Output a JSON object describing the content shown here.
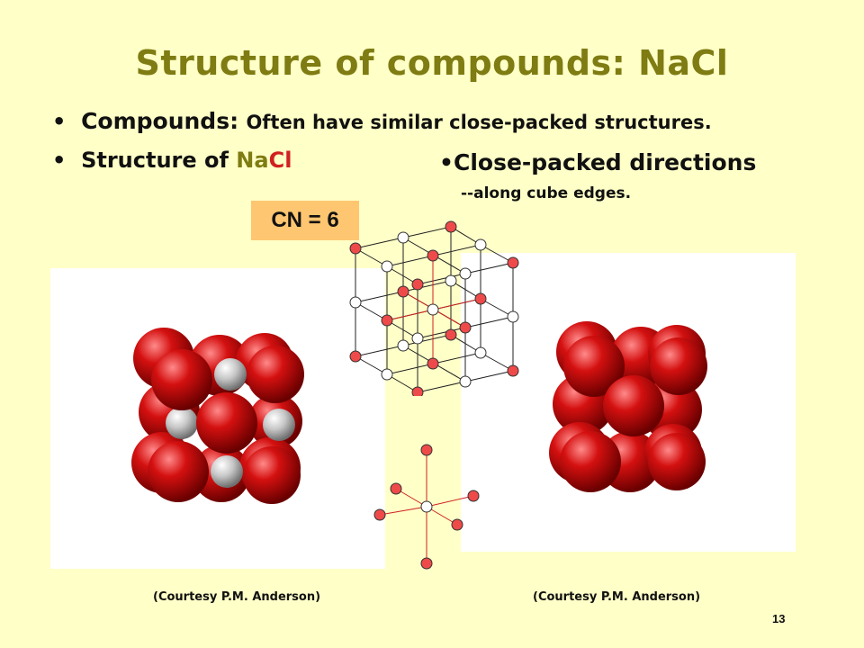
{
  "slide": {
    "title": "Structure of compounds: NaCl",
    "bullet_symbol": "•",
    "bullet1": {
      "lead": "Compounds:",
      "text": "Often have similar close-packed structures."
    },
    "bullet2": {
      "lead": "Structure of",
      "na": "Na",
      "cl": "Cl"
    },
    "bullet3": {
      "lead": "Close-packed directions",
      "sub": "--along cube edges."
    },
    "cn_badge": "CN = 6",
    "credit_left": "(Courtesy P.M. Anderson)",
    "credit_right": "(Courtesy P.M. Anderson)",
    "page_number": "13"
  },
  "colors": {
    "title": "#7e7c12",
    "background": "#ffffc8",
    "cn_badge": "#fec670",
    "cl_atom": "#d0201f",
    "na_atom": "#c8c8c8"
  },
  "icons": [
    "sphere-model-nacl",
    "ball-stick-lattice",
    "coordination-star",
    "sphere-model-cl"
  ]
}
